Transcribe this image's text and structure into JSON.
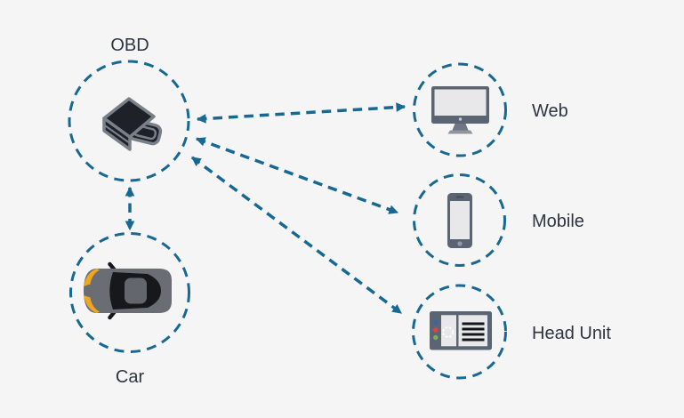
{
  "colors": {
    "background": "#f5f5f6",
    "accent": "#176994",
    "text": "#2e3440",
    "icon-slate": "#5b6472",
    "icon-screen": "#e8e8ea",
    "obd-dark": "#1e2127",
    "obd-outline": "#7a808a",
    "car-body": "#6a6e74",
    "car-glass": "#17181b",
    "car-roof": "#63676d",
    "headlight": "#eea71f",
    "dot-blue": "#3c63a3",
    "dot-red": "#df4243",
    "dot-green": "#7cae52"
  },
  "diagram": {
    "nodes": [
      {
        "id": "obd",
        "label": "OBD",
        "icon": "obd-dongle-icon",
        "label_position": "top"
      },
      {
        "id": "car",
        "label": "Car",
        "icon": "car-top-view-icon",
        "label_position": "bottom"
      },
      {
        "id": "web",
        "label": "Web",
        "icon": "desktop-monitor-icon",
        "label_position": "right"
      },
      {
        "id": "mobile",
        "label": "Mobile",
        "icon": "smartphone-icon",
        "label_position": "right"
      },
      {
        "id": "head_unit",
        "label": "Head Unit",
        "icon": "head-unit-icon",
        "label_position": "right"
      }
    ],
    "connections": [
      {
        "from": "obd",
        "to": "web",
        "line": "dashed",
        "arrowheads": "both"
      },
      {
        "from": "obd",
        "to": "mobile",
        "line": "dashed",
        "arrowheads": "both"
      },
      {
        "from": "obd",
        "to": "head_unit",
        "line": "dashed",
        "arrowheads": "both"
      },
      {
        "from": "obd",
        "to": "car",
        "line": "dashed",
        "arrowheads": "both"
      }
    ]
  }
}
